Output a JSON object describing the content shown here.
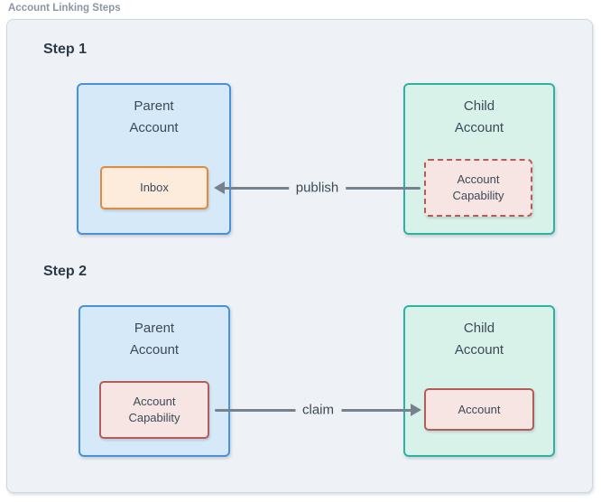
{
  "header": {
    "title": "Account Linking Steps"
  },
  "steps": [
    {
      "heading": "Step 1",
      "parent_box": {
        "title": "Parent\nAccount",
        "inner_label": "Inbox"
      },
      "child_box": {
        "title": "Child\nAccount",
        "inner_label": "Account\nCapability",
        "inner_border_style": "dashed"
      },
      "arrow": {
        "label": "publish",
        "direction": "left"
      }
    },
    {
      "heading": "Step 2",
      "parent_box": {
        "title": "Parent\nAccount",
        "inner_label": "Account\nCapability"
      },
      "child_box": {
        "title": "Child\nAccount",
        "inner_label": "Account"
      },
      "arrow": {
        "label": "claim",
        "direction": "right"
      }
    }
  ],
  "colors": {
    "panel_bg": "#eef2f6",
    "panel_border": "#ccd7df",
    "parent_fill": "#d6e9f8",
    "parent_border": "#4991d8",
    "child_fill": "#d8f2ea",
    "child_border": "#2bb4a2",
    "inbox_fill": "#fdecdb",
    "inbox_border": "#e18a3d",
    "cap_fill": "#f7e5e4",
    "cap_border": "#b45c58",
    "arrow": "#76828e",
    "heading_text": "#2c3a47",
    "body_text": "#3c4a56",
    "label_text": "#8b96a1"
  }
}
